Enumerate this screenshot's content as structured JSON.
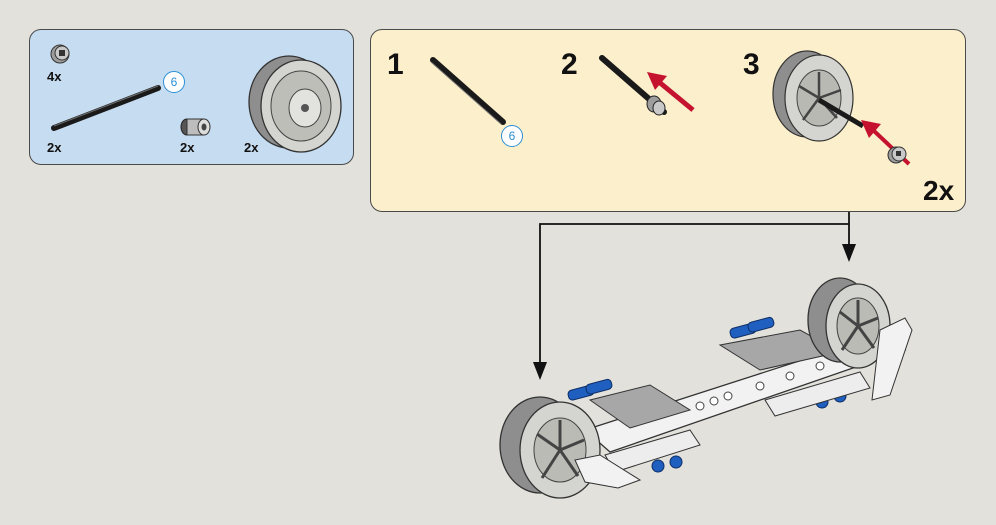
{
  "parts_list": {
    "items": [
      {
        "part": "bushing",
        "quantity": "4x",
        "icon": "bushing-icon"
      },
      {
        "part": "axle",
        "quantity": "2x",
        "icon": "axle-icon",
        "length": "6"
      },
      {
        "part": "pin-connector",
        "quantity": "2x",
        "icon": "connector-icon"
      },
      {
        "part": "wheel-rim",
        "quantity": "2x",
        "icon": "wheel-rim-icon"
      }
    ]
  },
  "steps": [
    {
      "number": "1",
      "axle_length": "6"
    },
    {
      "number": "2"
    },
    {
      "number": "3",
      "multiplier": "2x"
    }
  ],
  "colors": {
    "parts_bg": "#c6dcf1",
    "steps_bg": "#fcefcb",
    "page_bg": "#e2e1db",
    "arrow_red": "#c4122f",
    "length_badge": "#2a8fd6",
    "technic_blue": "#1f5fbf",
    "rim_gray": "#9a9a9a",
    "beam_white": "#f2f2f2"
  }
}
